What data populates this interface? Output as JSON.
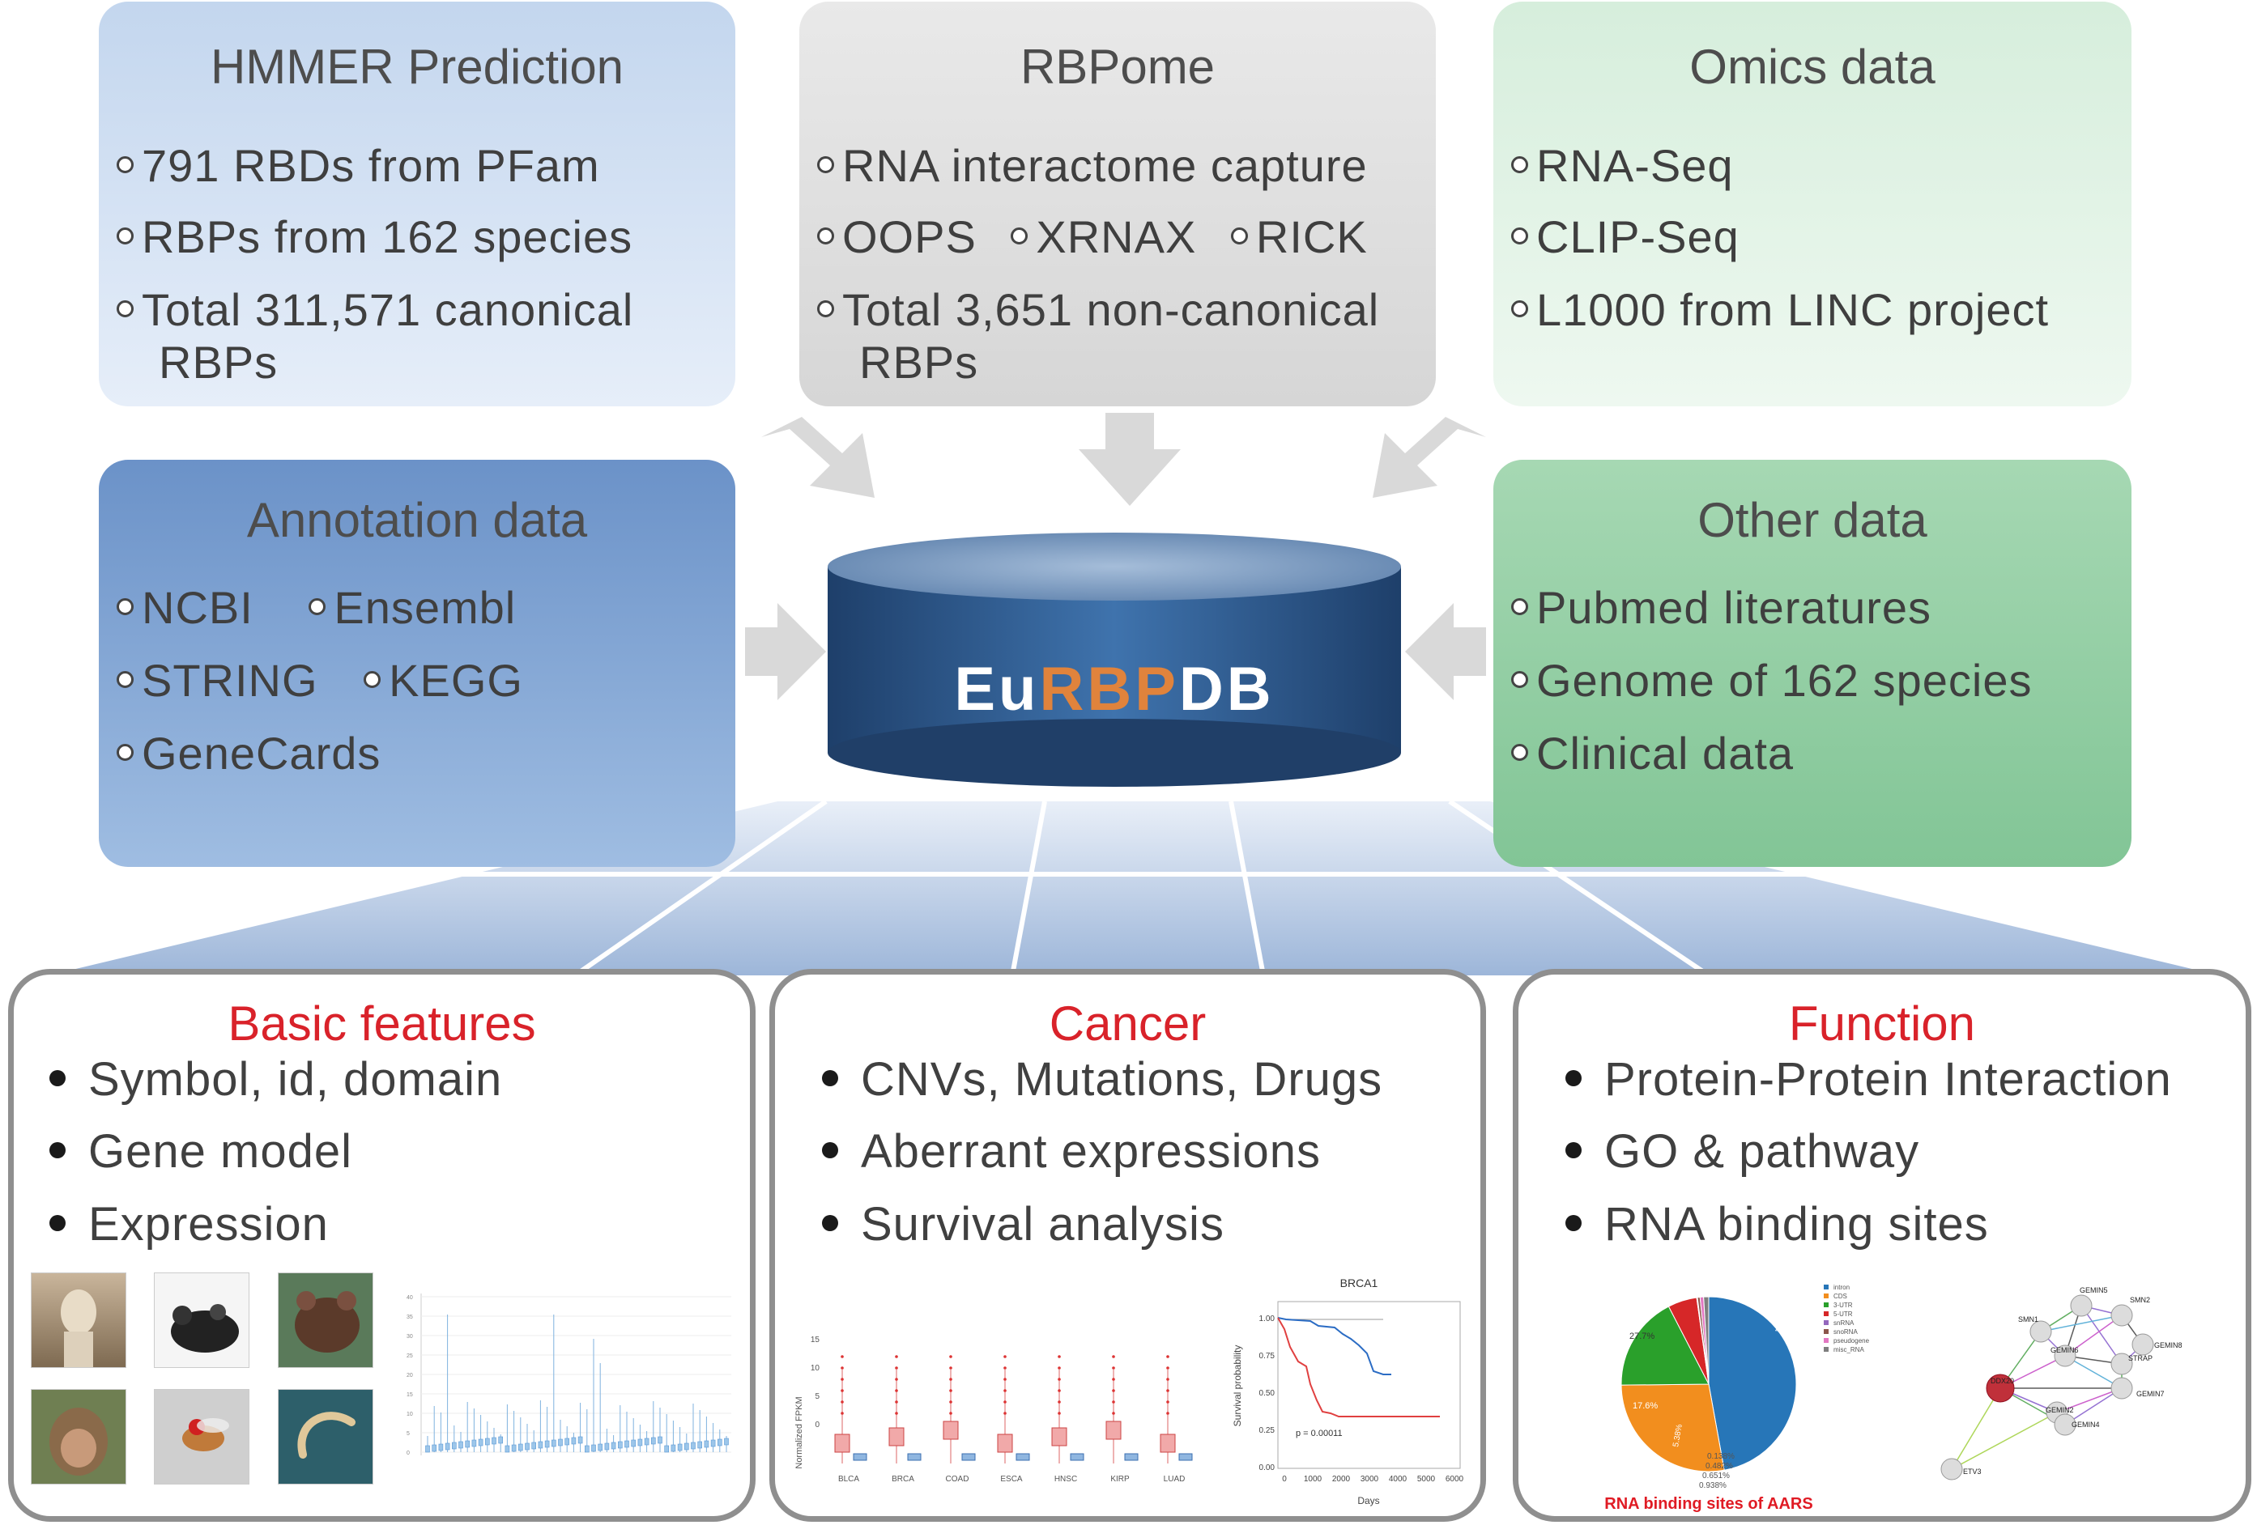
{
  "sources": {
    "hmmer": {
      "title": "HMMER Prediction",
      "items": [
        "791 RBDs from PFam",
        "RBPs from 162 species",
        "Total 311,571 canonical",
        "RBPs"
      ]
    },
    "rbpome": {
      "title": "RBPome",
      "items": [
        "RNA interactome capture",
        "OOPS",
        "XRNAX",
        "RICK",
        "Total 3,651 non-canonical",
        "RBPs"
      ]
    },
    "omics": {
      "title": "Omics data",
      "items": [
        "RNA-Seq",
        "CLIP-Seq",
        "L1000 from LINC project"
      ]
    },
    "annotation": {
      "title": "Annotation data",
      "items": [
        "NCBI",
        "Ensembl",
        "STRING",
        "KEGG",
        "GeneCards"
      ]
    },
    "other": {
      "title": "Other data",
      "items": [
        "Pubmed literatures",
        "Genome of 162 species",
        "Clinical data"
      ]
    }
  },
  "database": {
    "part1": "Eu",
    "part2": "RBP",
    "part3": "DB"
  },
  "features": {
    "basic": {
      "title": "Basic features",
      "items": [
        "Symbol, id, domain",
        "Gene model",
        "Expression"
      ]
    },
    "cancer": {
      "title": "Cancer",
      "items": [
        "CNVs, Mutations, Drugs",
        "Aberrant expressions",
        "Survival analysis"
      ]
    },
    "function": {
      "title": "Function",
      "items": [
        "Protein-Protein Interaction",
        "GO & pathway",
        "RNA binding sites"
      ]
    }
  },
  "colors": {
    "accent_red": "#d9222a",
    "db_orange": "#e0833c",
    "db_blue": "#2c5a8c"
  },
  "boxplot": {
    "ylabel": "Normalized FPKM",
    "yticks": [
      "15",
      "10",
      "5",
      "0"
    ],
    "categories": [
      "BLCA",
      "BRCA",
      "COAD",
      "ESCA",
      "HNSC",
      "KIRP",
      "LUAD"
    ]
  },
  "survival": {
    "title": "BRCA1",
    "ylabel": "Survival probability",
    "xlabel": "Days",
    "pvalue": "p = 0.00011",
    "yticks": [
      "1.00",
      "0.75",
      "0.50",
      "0.25",
      "0.00"
    ],
    "xticks": [
      "0",
      "1000",
      "2000",
      "3000",
      "4000",
      "5000",
      "6000"
    ]
  },
  "pie": {
    "caption": "RNA binding sites of AARS",
    "legend": [
      "intron",
      "CDS",
      "3-UTR",
      "5-UTR",
      "snRNA",
      "snoRNA",
      "pseudogene",
      "misc_RNA"
    ],
    "legend_colors": [
      "#2776b8",
      "#f28e1e",
      "#2aa02b",
      "#d62728",
      "#9467bd",
      "#8c564b",
      "#e377c2",
      "#7f7f7f"
    ],
    "labels_inside": [
      "47.2%",
      "27.7%",
      "17.6%",
      "5.38%"
    ],
    "labels_outside": [
      "0.138%",
      "0.482%",
      "0.651%",
      "0.938%"
    ],
    "values": [
      47.2,
      27.7,
      17.6,
      5.38,
      0.138,
      0.482,
      0.651,
      0.938
    ]
  },
  "network": {
    "nodes": [
      "GEMIN5",
      "SMN2",
      "SMN1",
      "GEMIN6",
      "GEMIN8",
      "STRAP",
      "DDX20",
      "GEMIN7",
      "GEMIN2",
      "GEMIN4",
      "ETV3"
    ]
  },
  "expression_chart": {
    "yticks": [
      "40",
      "35",
      "30",
      "25",
      "20",
      "15",
      "10",
      "5",
      "0"
    ]
  }
}
